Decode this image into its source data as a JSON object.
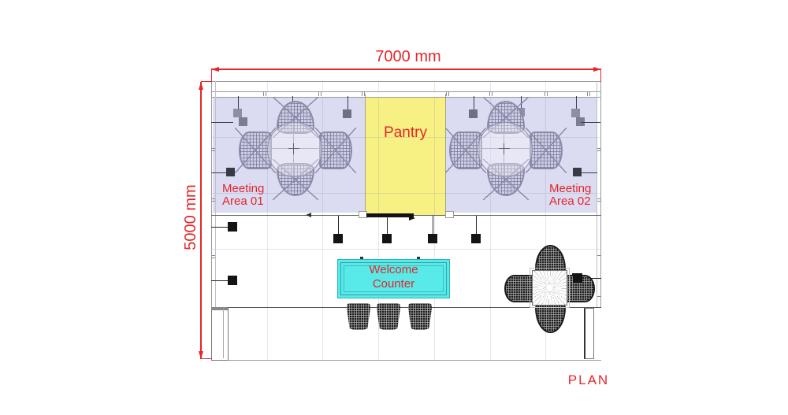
{
  "drawing": {
    "plan_label": "PLAN",
    "dimensions": {
      "width_label": "7000 mm",
      "height_label": "5000 mm"
    },
    "areas": {
      "meeting_area_01": {
        "line1": "Meeting",
        "line2": "Area 01"
      },
      "meeting_area_02": {
        "line1": "Meeting",
        "line2": "Area 02"
      },
      "pantry": {
        "label": "Pantry"
      },
      "welcome_counter": {
        "line1": "Welcome",
        "line2": "Counter"
      }
    },
    "colors": {
      "annotation_red": "#e5262a",
      "meeting_area_fill": "#dbdbf1",
      "pantry_fill": "#f7f183",
      "counter_fill": "#58e9e9"
    },
    "furniture": {
      "round_meeting_tables": 2,
      "meeting_chairs": 8,
      "square_dining_table": 1,
      "dining_chairs": 4,
      "counter_stools": 3,
      "wall_lights": 14
    }
  }
}
